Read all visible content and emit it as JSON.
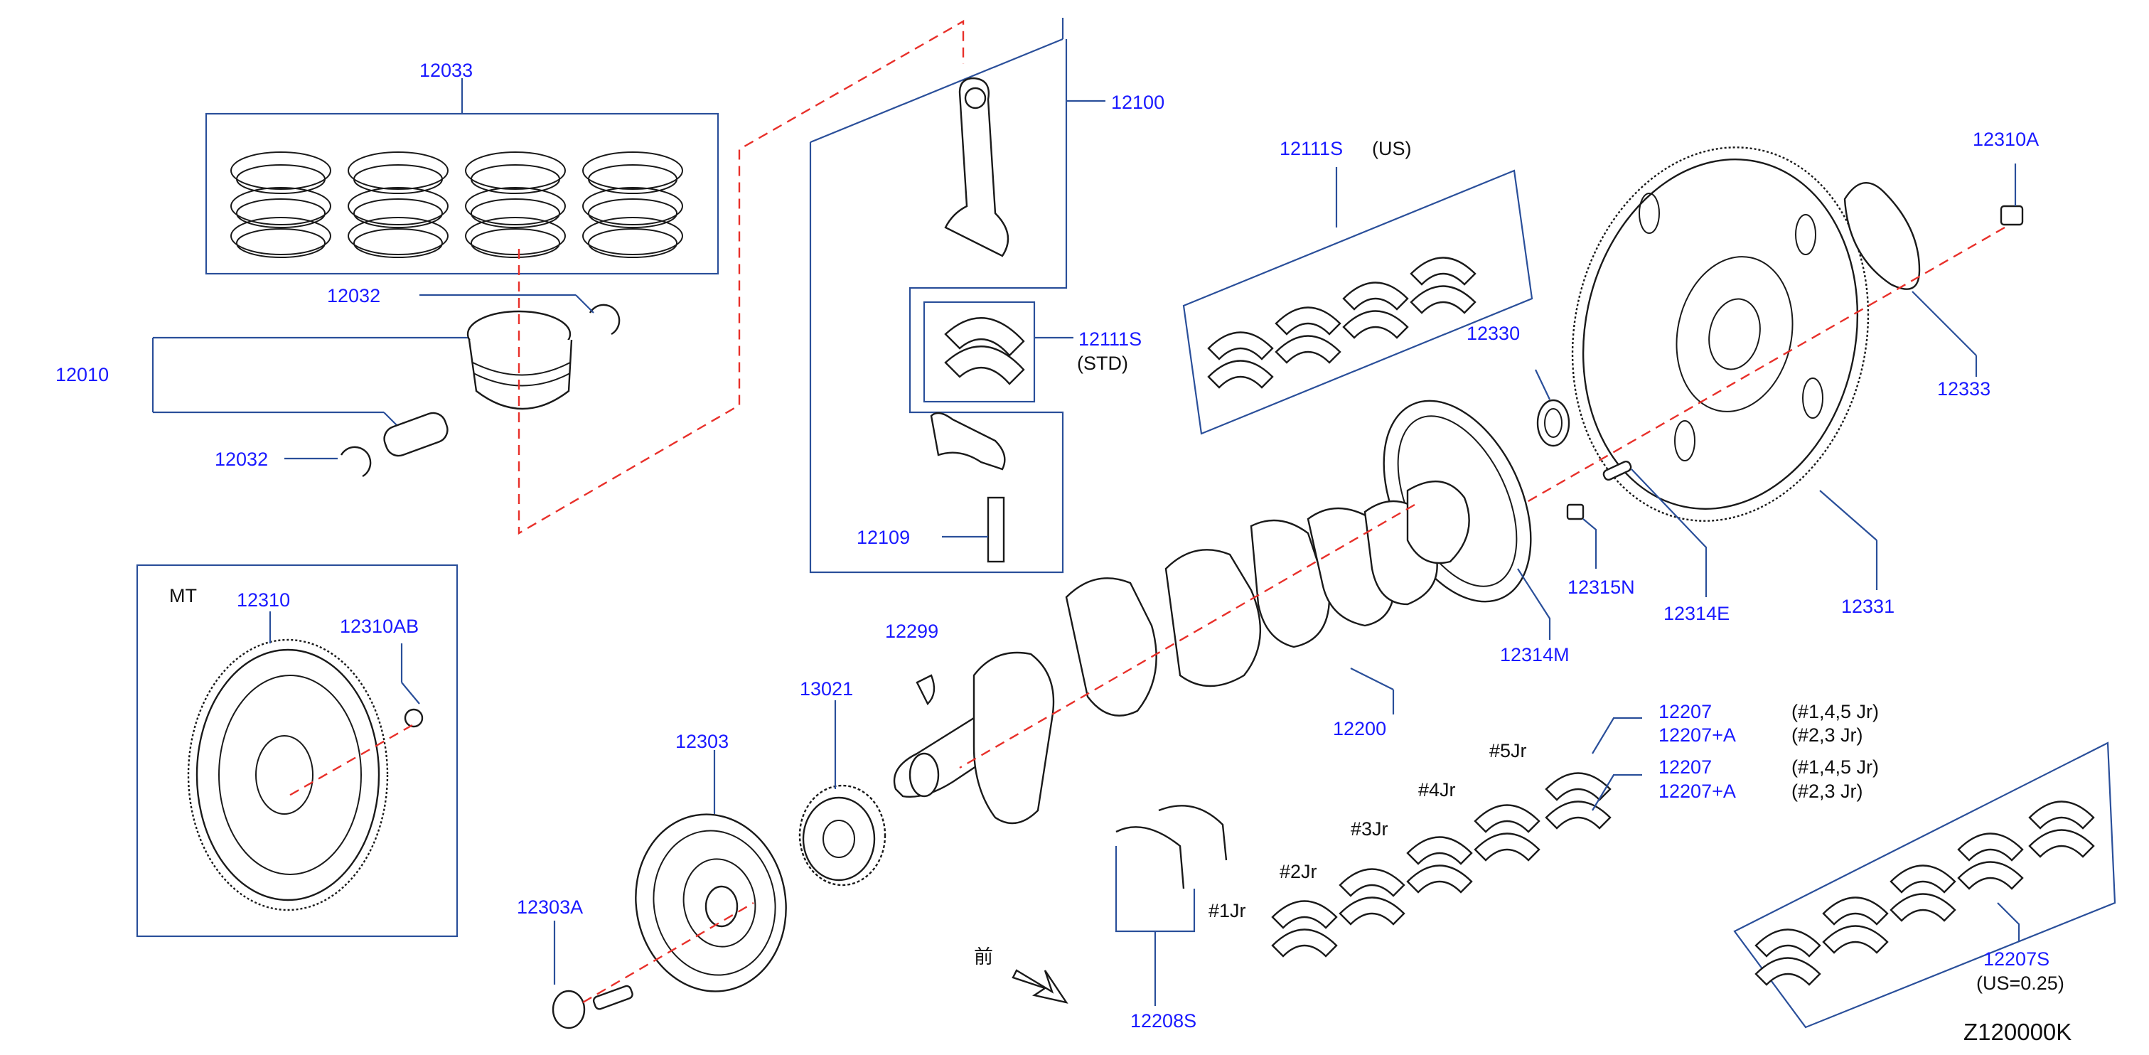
{
  "diagram_id": "Z120000K",
  "colors": {
    "part_number": "#1a1aff",
    "leader": "#2a4f9a",
    "centerline": "#e8302a",
    "outline": "#1a1a1a"
  },
  "labels": {
    "p12033": "12033",
    "p12032a": "12032",
    "p12010": "12010",
    "p12032b": "12032",
    "p12100": "12100",
    "p12111s_std": "12111S",
    "std": "(STD)",
    "p12109": "12109",
    "p12111s_us": "12111S",
    "us": "(US)",
    "p12330": "12330",
    "p12310a": "12310A",
    "p12333": "12333",
    "p12314m": "12314M",
    "p12315n": "12315N",
    "p12314e": "12314E",
    "p12331": "12331",
    "mt": "MT",
    "p12310": "12310",
    "p12310ab": "12310AB",
    "p12299": "12299",
    "p13021": "13021",
    "p12303": "12303",
    "p12303a": "12303A",
    "p12200": "12200",
    "p12208s": "12208S",
    "jr1": "#1Jr",
    "jr2": "#2Jr",
    "jr3": "#3Jr",
    "jr4": "#4Jr",
    "jr5": "#5Jr",
    "p12207_1": "12207",
    "p12207a_1": "12207+A",
    "p12207_2": "12207",
    "p12207a_2": "12207+A",
    "note1": "(#1,4,5   Jr)",
    "note2": "(#2,3   Jr)",
    "note3": "(#1,4,5   Jr)",
    "note4": "(#2,3   Jr)",
    "p12207s": "12207S",
    "us025": "(US=0.25)",
    "front": "前",
    "code": "Z120000K"
  }
}
